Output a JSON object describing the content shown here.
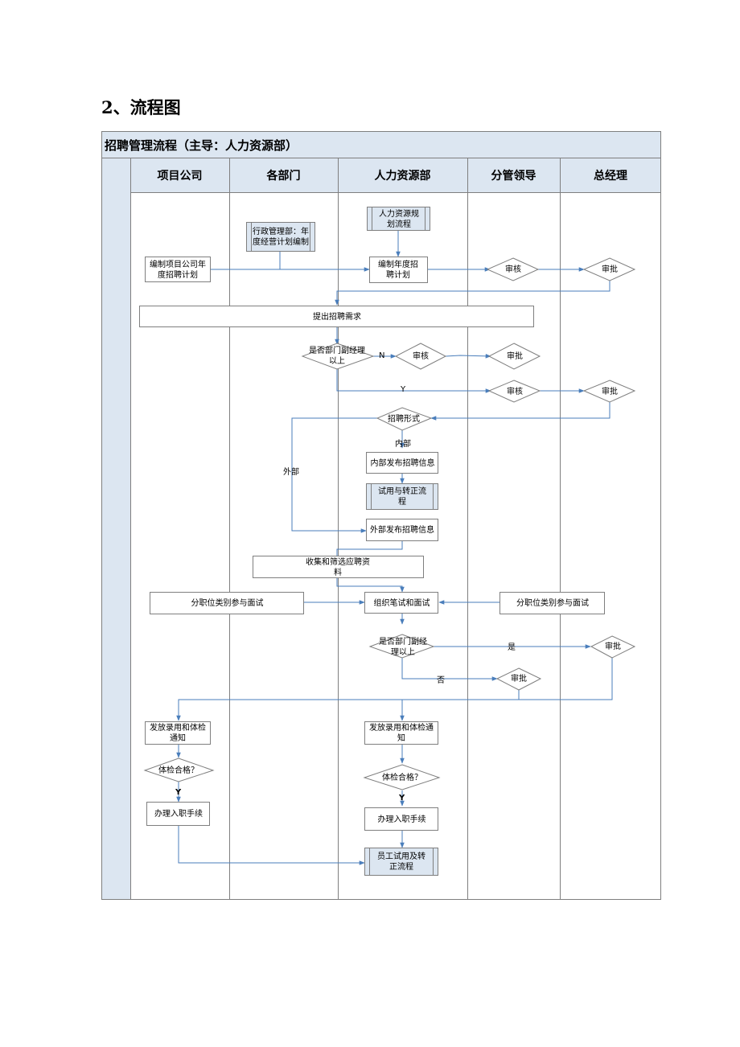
{
  "section_title": "2、流程图",
  "frame_title": "招聘管理流程（主导：人力资源部）",
  "lanes": [
    "项目公司",
    "各部门",
    "人力资源部",
    "分管领导",
    "总经理"
  ],
  "nodes": {
    "hr_planning": "人力资源规划流程",
    "admin_plan": "行政管理部：年度经营计划编制",
    "proj_plan": "编制项目公司年度招聘计划",
    "hr_plan": "编制年度招聘计划",
    "review1": "审核",
    "approve1": "审批",
    "raise_need": "提出招聘需求",
    "is_deputy1": "是否部门副经理以上",
    "review2": "审核",
    "approve2": "审批",
    "review3": "审核",
    "approve3": "审批",
    "form": "招聘形式",
    "internal_post": "内部发布招聘信息",
    "probation1": "试用与转正流程",
    "external_post": "外部发布招聘信息",
    "collect": "收集和筛选应聘资料",
    "interview_left": "分职位类别参与面试",
    "organize": "组织笔试和面试",
    "interview_right": "分职位类别参与面试",
    "is_deputy2": "是否部门副经理以上",
    "approve4": "审批",
    "approve5": "审批",
    "offer_left": "发放录用和体检通知",
    "check_left": "体检合格？",
    "onboard_left": "办理入职手续",
    "offer_hr": "发放录用和体检通知",
    "check_hr": "体检合格？",
    "onboard_hr": "办理入职手续",
    "probation2": "员工试用及转正流程"
  },
  "edge_labels": {
    "n": "N",
    "y1": "Y",
    "internal": "内部",
    "external": "外部",
    "yes": "是",
    "no": "否",
    "y2": "Y",
    "y3": "Y"
  }
}
